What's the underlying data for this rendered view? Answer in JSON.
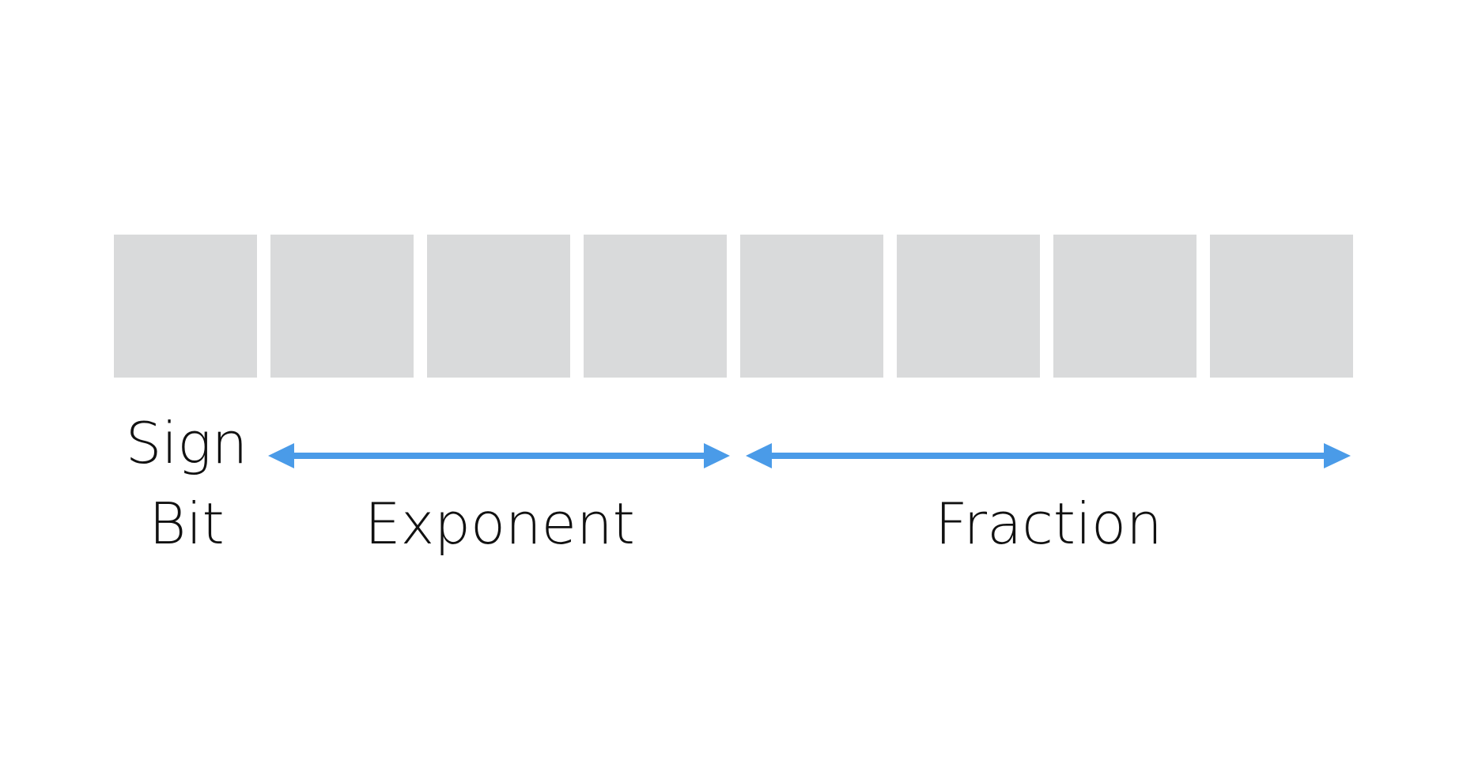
{
  "diagram": {
    "bit_count": 8,
    "box_color": "#D9DADB",
    "arrow_color": "#4A9BE8",
    "text_color": "#111111",
    "labels": {
      "sign_line1": "Sign",
      "sign_line2": "Bit",
      "exponent": "Exponent",
      "fraction": "Fraction"
    }
  }
}
